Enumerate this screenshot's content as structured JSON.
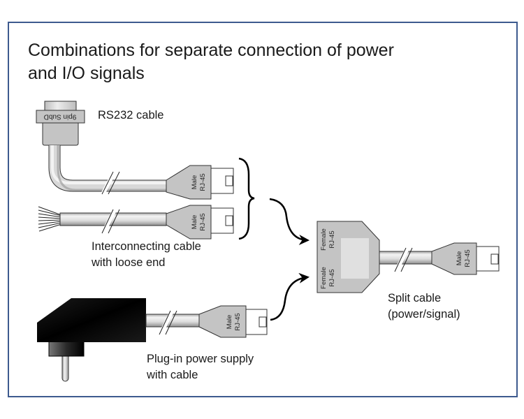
{
  "title": {
    "line1": "Combinations for separate connection of power",
    "line2": "and I/O signals"
  },
  "colors": {
    "frame": "#3d5a8e",
    "connector_fill": "#c4c4c4",
    "cable_light": "#f2f2f2",
    "cable_dark": "#9a9a9a",
    "power_supply": "#111111"
  },
  "components": {
    "rs232": {
      "label": "RS232 cable",
      "connector_text": "9pin SubD",
      "plug_line1": "Male",
      "plug_line2": "RJ-45"
    },
    "interconnecting": {
      "label_line1": "Interconnecting cable",
      "label_line2": "with loose end",
      "plug_line1": "Male",
      "plug_line2": "RJ-45"
    },
    "power_supply": {
      "label_line1": "Plug-in power supply",
      "label_line2": "with cable",
      "plug_line1": "Male",
      "plug_line2": "RJ-45"
    },
    "split_cable": {
      "label_line1": "Split cable",
      "label_line2": "(power/signal)",
      "socket_top_line1": "Female",
      "socket_top_line2": "RJ-45",
      "socket_bottom_line1": "Female",
      "socket_bottom_line2": "RJ-45",
      "plug_line1": "Male",
      "plug_line2": "RJ-45"
    }
  }
}
